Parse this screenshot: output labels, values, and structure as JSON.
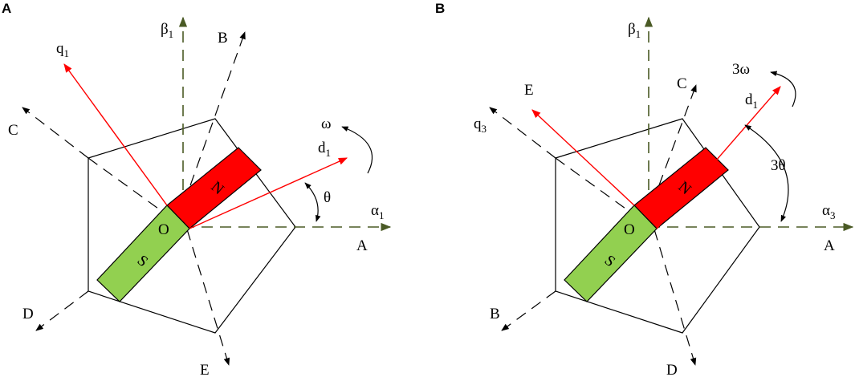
{
  "panels": [
    {
      "letter": "A",
      "labels": {
        "beta": "β",
        "beta_sub": "1",
        "alpha": "α",
        "alpha_sub": "1",
        "q": "q",
        "q_sub": "1",
        "d": "d",
        "d_sub": "1",
        "omega": "ω",
        "theta": "θ",
        "origin": "O",
        "north": "N",
        "south": "S",
        "phase_A": "A",
        "phase_B": "B",
        "phase_C": "C",
        "phase_D": "D",
        "phase_E": "E"
      }
    },
    {
      "letter": "B",
      "labels": {
        "beta": "β",
        "beta_sub": "1",
        "alpha": "α",
        "alpha_sub": "3",
        "q": "q",
        "q_sub": "3",
        "d": "d",
        "d_sub": "1",
        "omega": "3ω",
        "theta": "3θ",
        "origin": "O",
        "north": "N",
        "south": "S",
        "phase_A": "A",
        "phase_B": "C",
        "phase_C": "E",
        "phase_D": "B",
        "phase_E": "D"
      }
    }
  ],
  "colors": {
    "axis": "#4a5a25",
    "magnet_north": "#ff0000",
    "magnet_south": "#92d050",
    "rotor_axes": "#ff0000",
    "outline": "#000000"
  }
}
